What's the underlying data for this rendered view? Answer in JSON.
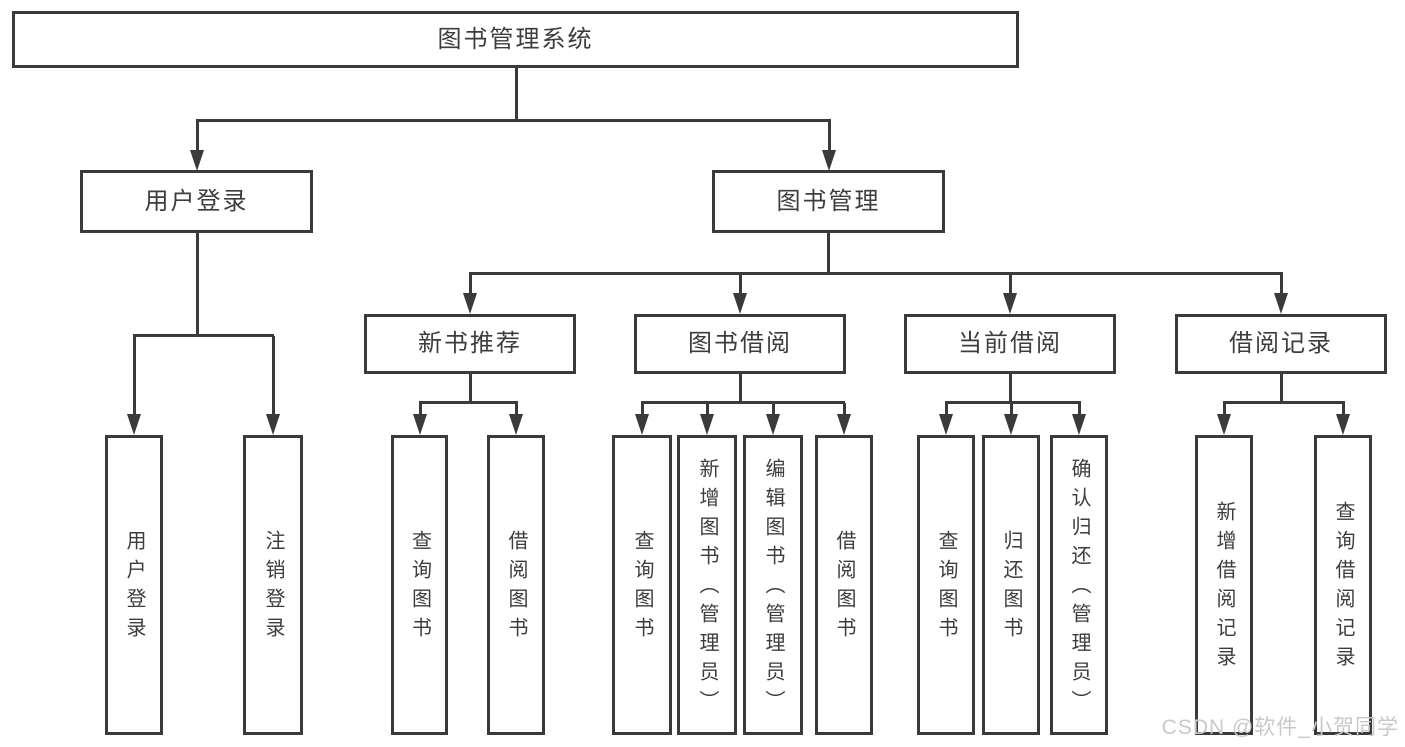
{
  "diagram": {
    "title_node": {
      "label": "图书管理系统"
    },
    "level2": [
      {
        "label": "用户登录"
      },
      {
        "label": "图书管理"
      }
    ],
    "level3": [
      {
        "label": "新书推荐"
      },
      {
        "label": "图书借阅"
      },
      {
        "label": "当前借阅"
      },
      {
        "label": "借阅记录"
      }
    ],
    "leaves": {
      "user_login": [
        "用户登录",
        "注销登录"
      ],
      "new_book": [
        "查询图书",
        "借阅图书"
      ],
      "book_borrow": [
        "查询图书",
        "新增图书（管理员）",
        "编辑图书（管理员）",
        "借阅图书"
      ],
      "current_borrow": [
        "查询图书",
        "归还图书",
        "确认归还（管理员）"
      ],
      "borrow_records": [
        "新增借阅记录",
        "查询借阅记录"
      ]
    }
  },
  "watermark": {
    "text": "CSDN @软件_小贺同学"
  },
  "colors": {
    "line": "#3a3a3a",
    "text": "#3d3d3d",
    "watermark": "#c9c9c9",
    "background": "#ffffff"
  }
}
